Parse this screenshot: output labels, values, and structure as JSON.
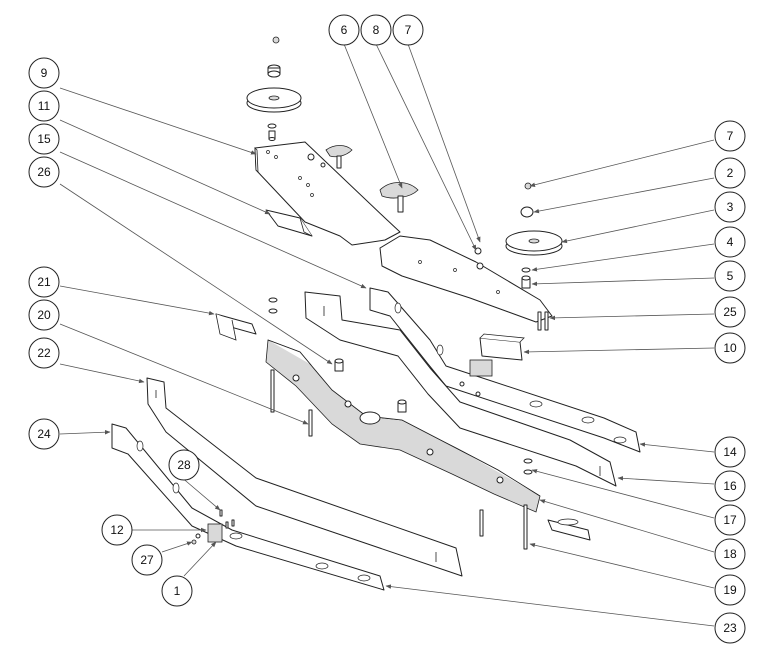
{
  "diagram": {
    "callouts": [
      {
        "id": "c6a",
        "label": "6"
      },
      {
        "id": "c8",
        "label": "8"
      },
      {
        "id": "c7a",
        "label": "7"
      },
      {
        "id": "c9",
        "label": "9"
      },
      {
        "id": "c11",
        "label": "11"
      },
      {
        "id": "c15",
        "label": "15"
      },
      {
        "id": "c26",
        "label": "26"
      },
      {
        "id": "c21",
        "label": "21"
      },
      {
        "id": "c20",
        "label": "20"
      },
      {
        "id": "c22",
        "label": "22"
      },
      {
        "id": "c24",
        "label": "24"
      },
      {
        "id": "c28",
        "label": "28"
      },
      {
        "id": "c12",
        "label": "12"
      },
      {
        "id": "c27",
        "label": "27"
      },
      {
        "id": "c1",
        "label": "1"
      },
      {
        "id": "c7b",
        "label": "7"
      },
      {
        "id": "c2",
        "label": "2"
      },
      {
        "id": "c3",
        "label": "3"
      },
      {
        "id": "c4",
        "label": "4"
      },
      {
        "id": "c5",
        "label": "5"
      },
      {
        "id": "c25",
        "label": "25"
      },
      {
        "id": "c10",
        "label": "10"
      },
      {
        "id": "c14",
        "label": "14"
      },
      {
        "id": "c16",
        "label": "16"
      },
      {
        "id": "c17",
        "label": "17"
      },
      {
        "id": "c18",
        "label": "18"
      },
      {
        "id": "c19",
        "label": "19"
      },
      {
        "id": "c23",
        "label": "23"
      }
    ]
  }
}
